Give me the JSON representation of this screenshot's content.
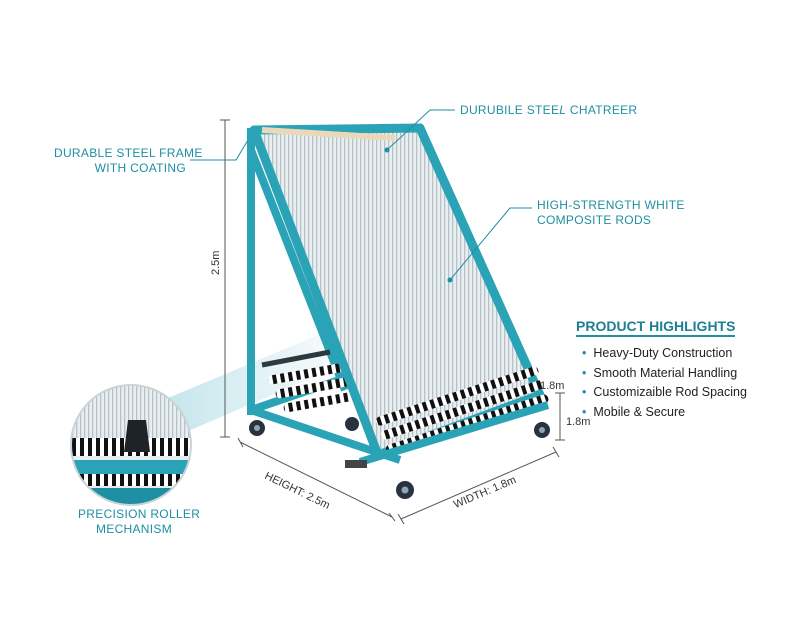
{
  "callouts": {
    "frame": [
      "DURABLE STEEL FRAME",
      "WITH COATING"
    ],
    "top": "DURUBILE STEE",
    "top_italic": "L",
    "top_rest": " CHATREER",
    "rods": [
      "HIGH-STRENGTH WHITE",
      "COMPOSITE RODS"
    ],
    "roller": [
      "PRECISION ROLLER",
      "MECHANISM"
    ]
  },
  "dimensions": {
    "vertical": "2.5m",
    "height": "HEIGHT: 2.5m",
    "width": "WIDTH: 1.8m",
    "right_upper": "1.8m",
    "right_lower": "1.8m"
  },
  "highlights": {
    "title": "PRODUCT HIGHLIGHTS",
    "items": [
      "Heavy-Duty Construction",
      "Smooth Material Handling",
      "Customizaible Rod Spacing",
      "Mobile & Secure"
    ]
  },
  "colors": {
    "frame": "#2aa3b6",
    "accent_text": "#1f8fa3",
    "rods": "#dfe6ea",
    "roller_stripe": "#111111"
  }
}
